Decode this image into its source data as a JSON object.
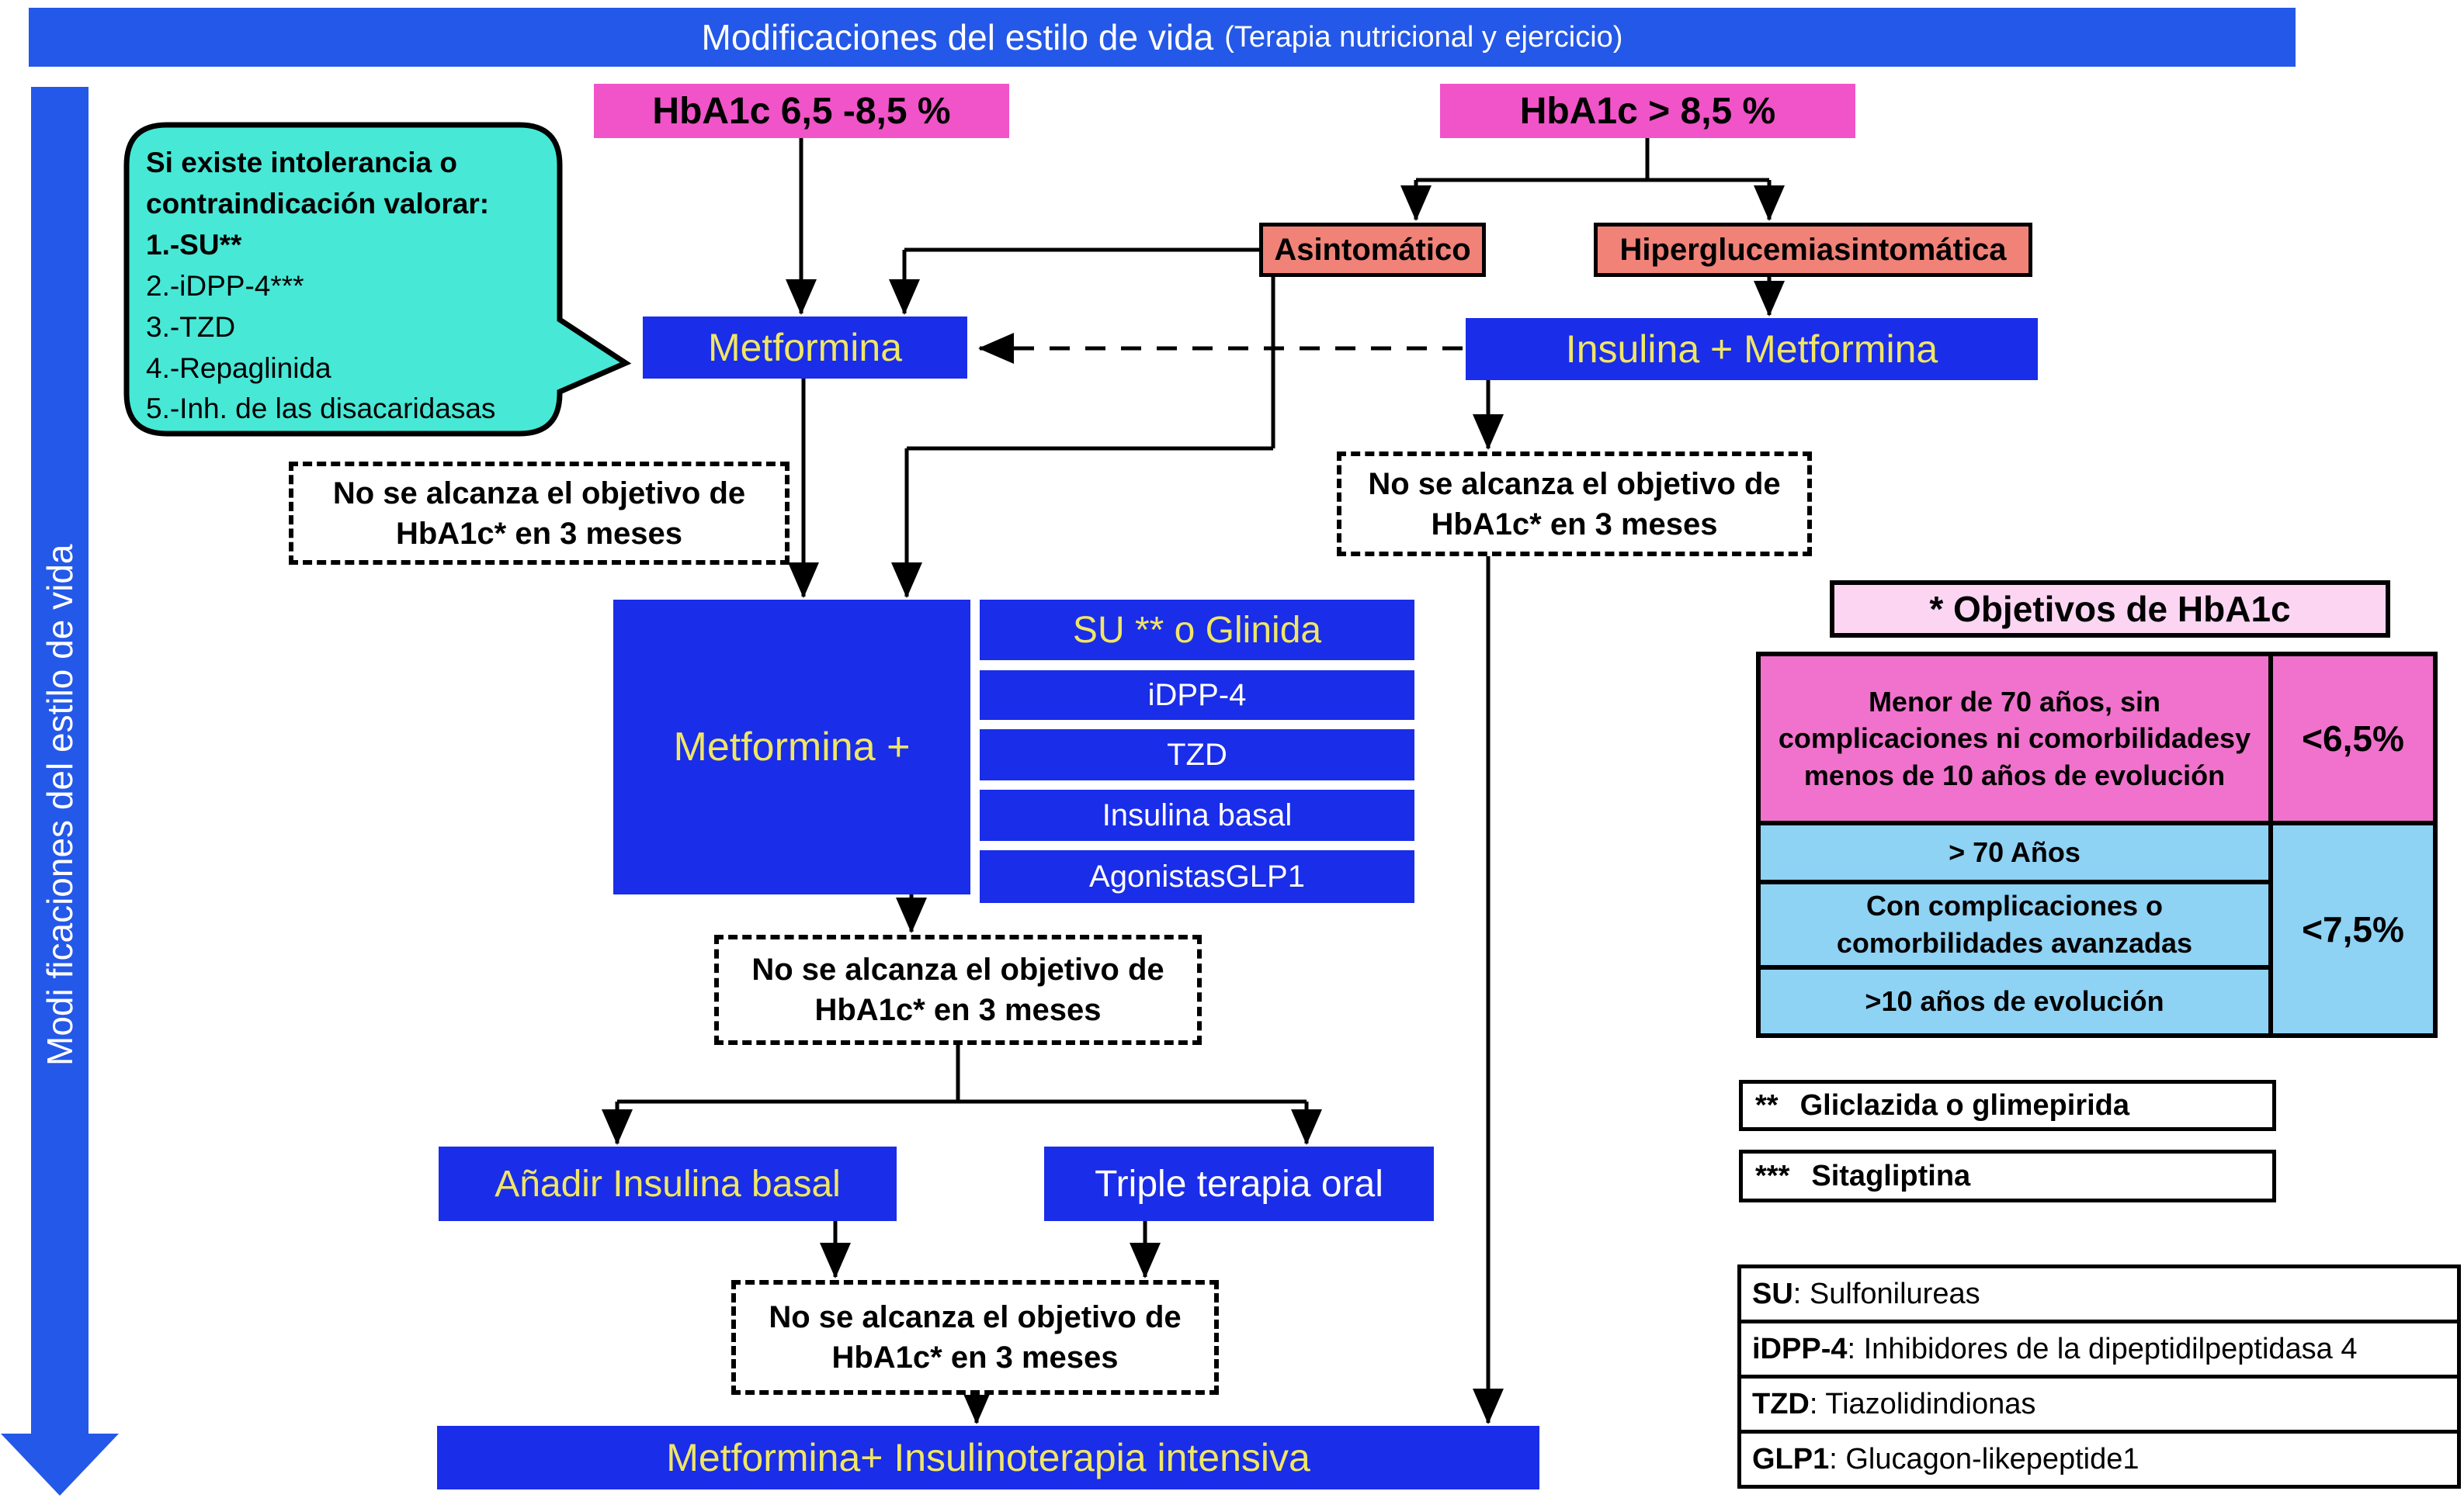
{
  "banner": {
    "main": "Modificaciones del estilo de vida",
    "sub": "(Terapia nutricional y ejercicio)"
  },
  "side_arrow": {
    "label": "Modi ficaciones del estilo de vida"
  },
  "bubble": {
    "lines": [
      "Si existe intolerancia o",
      "contraindicación valorar:",
      "1.-SU**",
      "2.-iDPP-4***",
      "3.-TZD",
      "4.-Repaglinida",
      "5.-Inh. de las disacaridasas"
    ]
  },
  "flow": {
    "hba1c_low": "HbA1c 6,5 -8,5 %",
    "hba1c_high": "HbA1c > 8,5 %",
    "asintomatico": "Asintomático",
    "hiperglucemia": "Hiperglucemiasintomática",
    "metformina": "Metformina",
    "insulina_metformina": "Insulina + Metformina",
    "no_target_1": "No se alcanza el objetivo de HbA1c* en 3 meses",
    "no_target_2": "No se alcanza el objetivo de HbA1c* en 3 meses",
    "metformina_plus": "Metformina +",
    "su_glinida": "SU ** o Glinida",
    "idpp4": "iDPP-4",
    "tzd": "TZD",
    "insulina_basal": "Insulina basal",
    "agonistas_glp1": "AgonistasGLP1",
    "no_target_3": "No se alcanza el objetivo de HbA1c* en 3 meses",
    "anadir_insulina": "Añadir Insulina basal",
    "triple_terapia": "Triple terapia oral",
    "no_target_4": "No se alcanza el objetivo de HbA1c* en 3 meses",
    "met_insulino": "Metformina+ Insulinoterapia intensiva"
  },
  "objetivos": {
    "title": "* Objetivos de HbA1c",
    "pink_criteria": "Menor de 70 años, sin complicaciones ni comorbilidadesy menos de 10 años de evolución",
    "pink_target": "<6,5%",
    "blue_rows": [
      "> 70 Años",
      "Con complicaciones o comorbilidades avanzadas",
      ">10 años de evolución"
    ],
    "blue_target": "<7,5%"
  },
  "footnotes": {
    "nota2_stars": "**",
    "nota2_text": "Gliclazida o glimepirida",
    "nota3_stars": "***",
    "nota3_text": "Sitagliptina"
  },
  "legend": {
    "rows": [
      {
        "term": "SU",
        "desc": " : Sulfonilureas"
      },
      {
        "term": "iDPP-4",
        "desc": ": Inhibidores de la dipeptidilpeptidasa 4"
      },
      {
        "term": "TZD",
        "desc": ": Tiazolidindionas"
      },
      {
        "term": "GLP1",
        "desc": ": Glucagon-likepeptide1"
      }
    ]
  },
  "colors": {
    "banner_blue": "#2458E8",
    "box_blue": "#1A2DE8",
    "yellow_text": "#F0E665",
    "magenta": "#F054C8",
    "pink_header": "#FBD5F2",
    "pink_row": "#F072CC",
    "light_blue": "#8ED2F4",
    "salmon": "#F08278",
    "teal": "#47E8D6"
  }
}
